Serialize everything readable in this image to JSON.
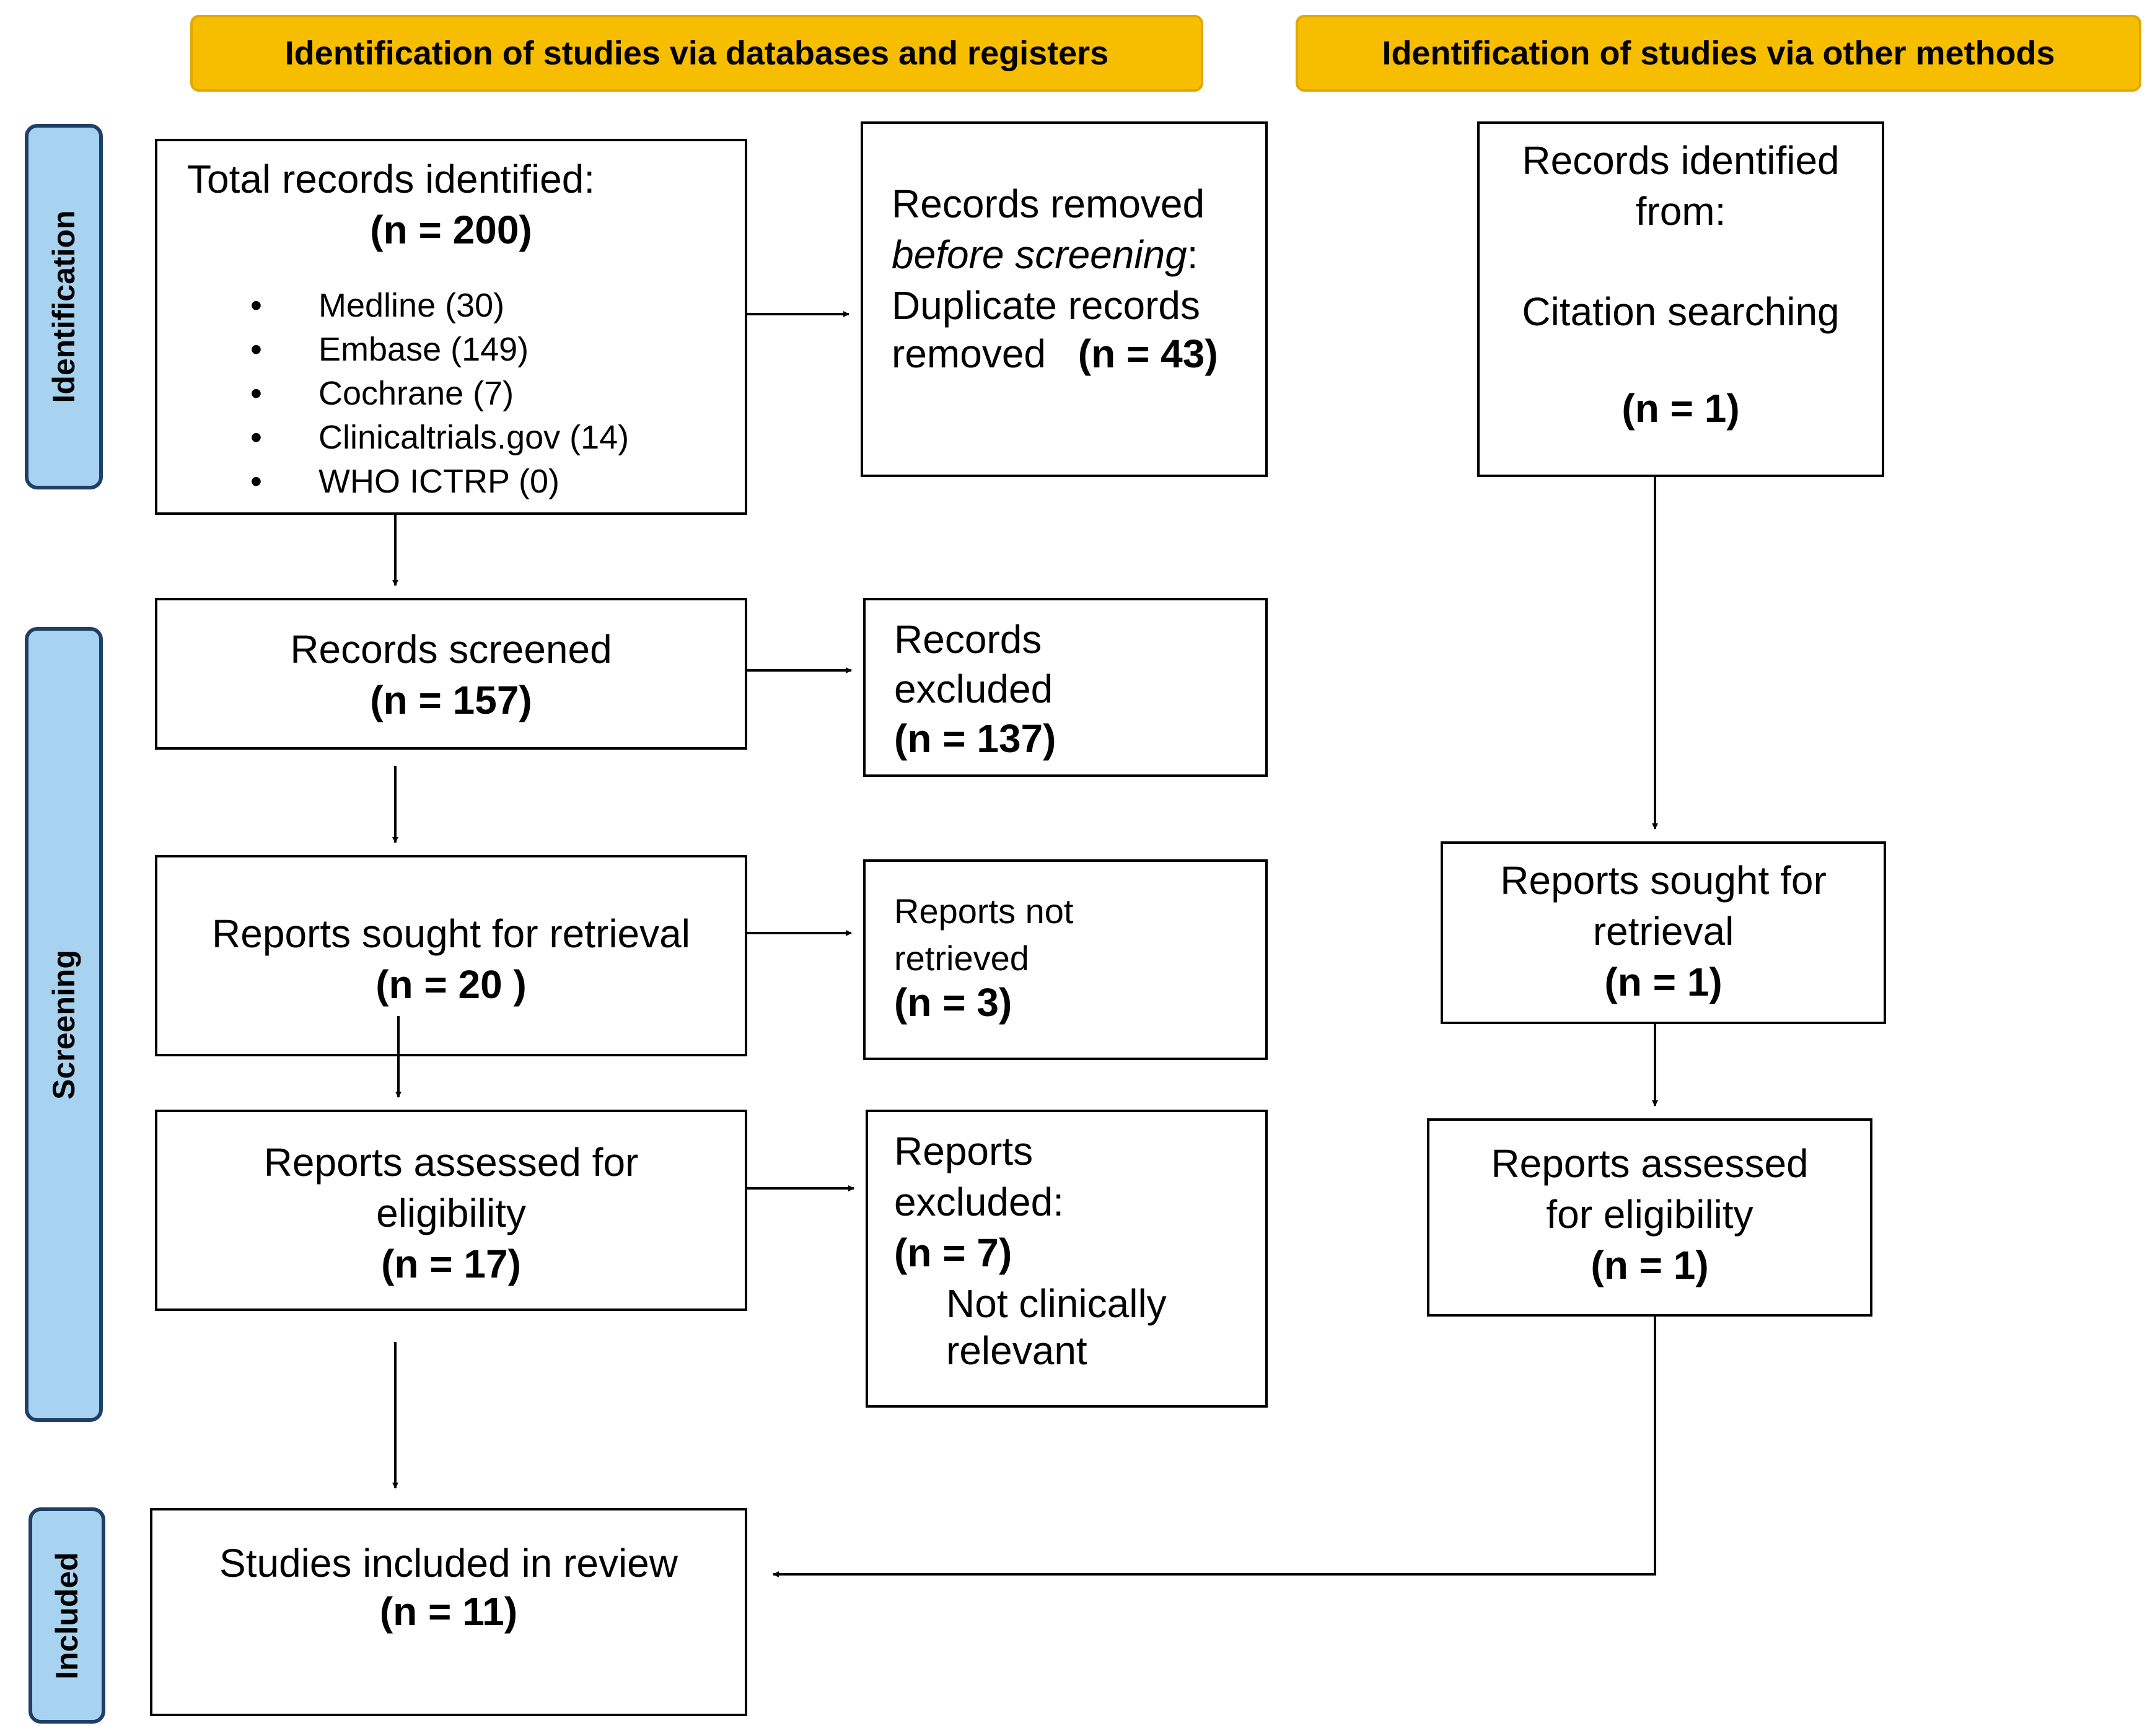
{
  "headers": {
    "databases": "Identification of studies via databases and registers",
    "other": "Identification of studies via other methods"
  },
  "phases": {
    "identification": "Identification",
    "screening": "Screening",
    "included": "Included"
  },
  "left": {
    "total": {
      "label": "Total records identified:",
      "n": "(n = 200)",
      "sources": [
        "Medline (30)",
        "Embase (149)",
        "Cochrane (7)",
        "Clinicaltrials.gov (14)",
        "WHO ICTRP (0)"
      ]
    },
    "screened": {
      "label": "Records screened",
      "n": "(n = 157)"
    },
    "sought": {
      "label": "Reports sought for retrieval",
      "n": "(n = 20 )"
    },
    "assessed": {
      "label_1": "Reports assessed for",
      "label_2": "eligibility",
      "n": "(n = 17)"
    },
    "included": {
      "label": "Studies included in review",
      "n": "(n = 11)"
    }
  },
  "middle": {
    "removed": {
      "line_1": "Records removed",
      "line_2_italic": "before screening",
      "line_2_tail": ":",
      "line_3": "Duplicate records",
      "line_4": "removed",
      "n": "(n = 43)"
    },
    "excluded": {
      "line_1": "Records",
      "line_2": "excluded",
      "n": "(n = 137)"
    },
    "not_retrieved": {
      "line_1": "Reports not",
      "line_2": "retrieved",
      "n": "(n = 3)"
    },
    "reports_excluded": {
      "line_1": "Reports",
      "line_2": "excluded:",
      "n": "(n = 7)",
      "reason_1": "Not clinically",
      "reason_2": "relevant"
    }
  },
  "right": {
    "identified": {
      "line_1": "Records identified",
      "line_2": "from:",
      "line_3": "Citation searching",
      "n": "(n = 1)"
    },
    "sought": {
      "line_1": "Reports sought for",
      "line_2": "retrieval",
      "n": "(n = 1)"
    },
    "assessed": {
      "line_1": "Reports assessed",
      "line_2": "for eligibility",
      "n": "(n = 1)"
    }
  }
}
